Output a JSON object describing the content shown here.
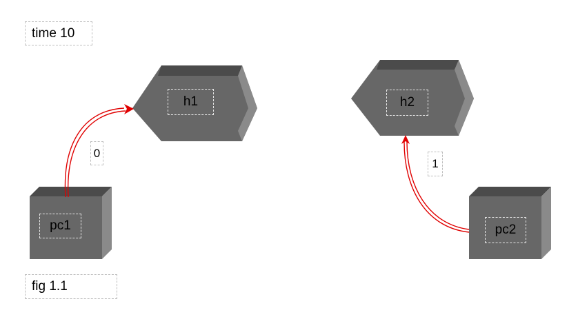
{
  "caption_top": "time 10",
  "caption_bottom": "fig 1.1",
  "nodes": {
    "h1": {
      "label": "h1",
      "shape": "hexagon"
    },
    "h2": {
      "label": "h2",
      "shape": "hexagon"
    },
    "pc1": {
      "label": "pc1",
      "shape": "cube"
    },
    "pc2": {
      "label": "pc2",
      "shape": "cube"
    }
  },
  "edges": [
    {
      "from": "pc1",
      "to": "h1",
      "label": "0"
    },
    {
      "from": "pc2",
      "to": "h2",
      "label": "1"
    }
  ],
  "colors": {
    "node_face": "#676767",
    "node_top": "#4b4b4b",
    "node_side": "#8a8a8a",
    "edge": "#e00000"
  }
}
